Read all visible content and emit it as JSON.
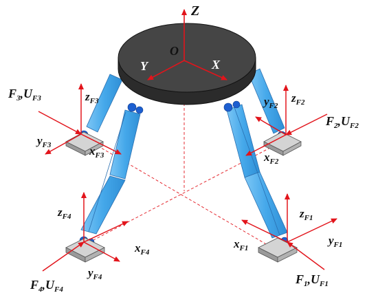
{
  "origin_label": "O",
  "axes": {
    "Z": "Z",
    "X": "X",
    "Y": "Y"
  },
  "feet": [
    {
      "id": "1",
      "x_label": {
        "base": "x",
        "sub": "F1"
      },
      "y_label": {
        "base": "y",
        "sub": "F1"
      },
      "z_label": {
        "base": "z",
        "sub": "F1"
      },
      "force_label": {
        "text": "F",
        "sub": "1",
        "sep": ",",
        "u": "U",
        "usub": "F1"
      }
    },
    {
      "id": "2",
      "x_label": {
        "base": "x",
        "sub": "F2"
      },
      "y_label": {
        "base": "y",
        "sub": "F2"
      },
      "z_label": {
        "base": "z",
        "sub": "F2"
      },
      "force_label": {
        "text": "F",
        "sub": "2",
        "sep": ",",
        "u": "U",
        "usub": "F2"
      }
    },
    {
      "id": "3",
      "x_label": {
        "base": "x",
        "sub": "F3"
      },
      "y_label": {
        "base": "y",
        "sub": "F3"
      },
      "z_label": {
        "base": "z",
        "sub": "F3"
      },
      "force_label": {
        "text": "F",
        "sub": "3",
        "sep": ",",
        "u": "U",
        "usub": "F3"
      }
    },
    {
      "id": "4",
      "x_label": {
        "base": "x",
        "sub": "F4"
      },
      "y_label": {
        "base": "y",
        "sub": "F4"
      },
      "z_label": {
        "base": "z",
        "sub": "F4"
      },
      "force_label": {
        "text": "F",
        "sub": "4",
        "sep": ",",
        "u": "U",
        "usub": "F4"
      }
    }
  ],
  "colors": {
    "platform": "#3f3f3f",
    "leg": "#45a8ea",
    "joint": "#1d5fd0",
    "foot_plate": "#bdbdbd",
    "arrow": "#e2141b"
  }
}
